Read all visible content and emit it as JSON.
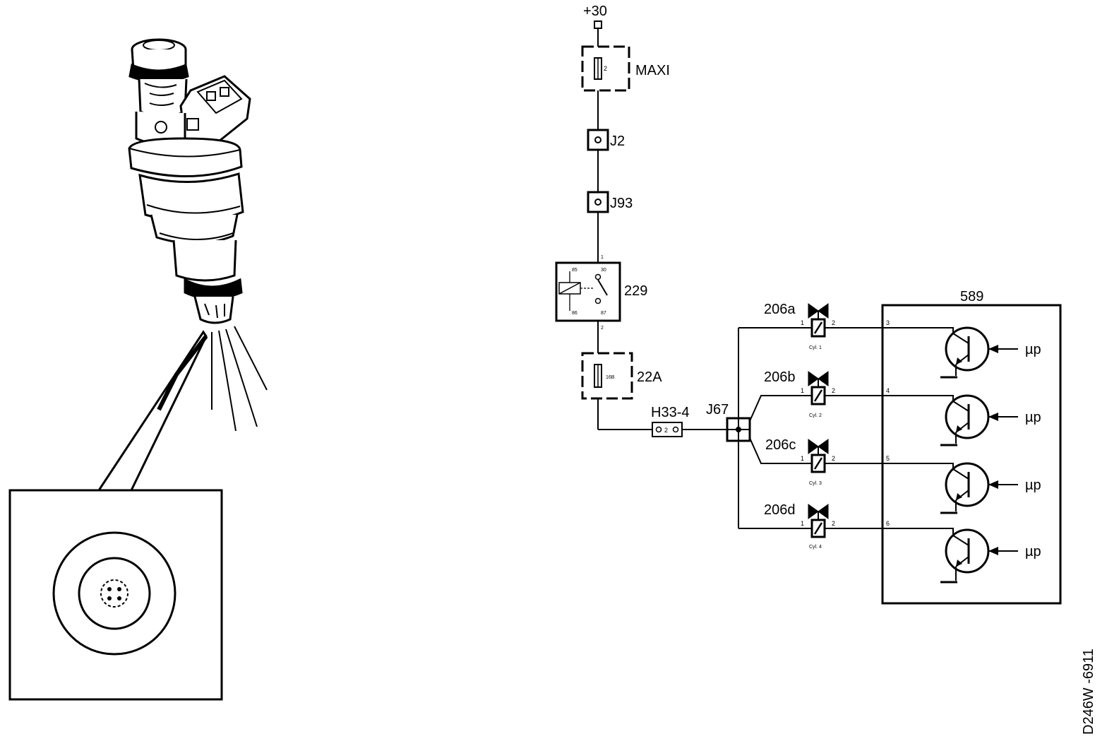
{
  "diagram": {
    "supply": "+30",
    "fuse_maxi": {
      "number": "2",
      "label": "MAXI"
    },
    "junction_j2": "J2",
    "junction_j93": "J93",
    "relay": {
      "label": "229",
      "pin_top": "1",
      "pin_bottom": "2",
      "t30": "30",
      "t87": "87",
      "t85": "85",
      "t86": "86"
    },
    "fuse_22a": {
      "number": "16B",
      "label": "22A"
    },
    "connector_h33": {
      "label": "H33-4",
      "pin": "2"
    },
    "junction_j67": "J67",
    "injectors": [
      {
        "label": "206a",
        "cyl": "Cyl. 1",
        "pin1": "1",
        "pin2": "2",
        "ecu_pin": "3"
      },
      {
        "label": "206b",
        "cyl": "Cyl. 2",
        "pin1": "1",
        "pin2": "2",
        "ecu_pin": "4"
      },
      {
        "label": "206c",
        "cyl": "Cyl. 3",
        "pin1": "1",
        "pin2": "2",
        "ecu_pin": "5"
      },
      {
        "label": "206d",
        "cyl": "Cyl. 4",
        "pin1": "1",
        "pin2": "2",
        "ecu_pin": "6"
      }
    ],
    "ecu": {
      "label": "589",
      "driver_label": "µp"
    },
    "figure_code": "D246W -6911"
  }
}
